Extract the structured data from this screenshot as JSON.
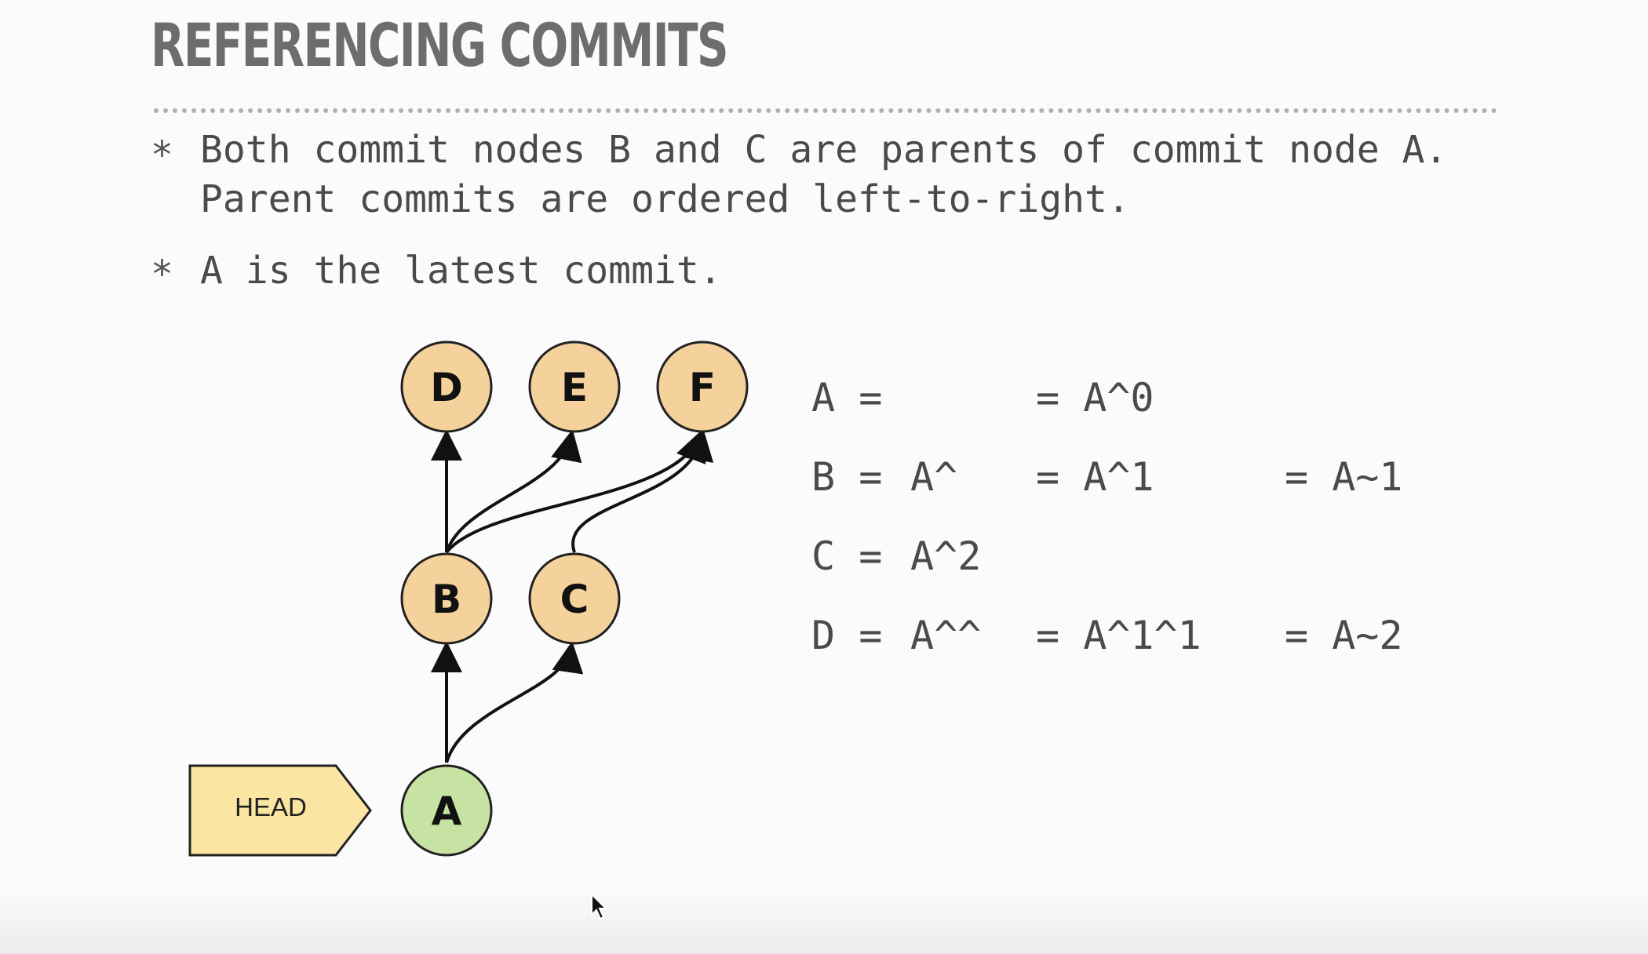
{
  "slide": {
    "title": "REFERENCING COMMITS",
    "bullets": [
      {
        "marker": "*",
        "lines": [
          "Both commit nodes B and C are parents of commit node A.",
          "Parent commits are ordered left-to-right."
        ]
      },
      {
        "marker": "*",
        "lines": [
          "A is the latest commit."
        ]
      }
    ]
  },
  "diagram": {
    "head_label": "HEAD",
    "nodes": [
      {
        "id": "A",
        "label": "A",
        "color": "#c6e3a4",
        "kind": "latest"
      },
      {
        "id": "B",
        "label": "B",
        "color": "#f5d19c",
        "kind": "commit"
      },
      {
        "id": "C",
        "label": "C",
        "color": "#f5d19c",
        "kind": "commit"
      },
      {
        "id": "D",
        "label": "D",
        "color": "#f5d19c",
        "kind": "commit"
      },
      {
        "id": "E",
        "label": "E",
        "color": "#f5d19c",
        "kind": "commit"
      },
      {
        "id": "F",
        "label": "F",
        "color": "#f5d19c",
        "kind": "commit"
      }
    ],
    "edges": [
      {
        "from": "A",
        "to": "B"
      },
      {
        "from": "A",
        "to": "C"
      },
      {
        "from": "B",
        "to": "D"
      },
      {
        "from": "B",
        "to": "E"
      },
      {
        "from": "B",
        "to": "F"
      },
      {
        "from": "C",
        "to": "F"
      }
    ],
    "head_color": "#fbe5a2"
  },
  "equations": [
    {
      "lhs": "A =",
      "c2": "",
      "c3": "= A^0",
      "c4": ""
    },
    {
      "lhs": "B =",
      "c2": "A^",
      "c3": "= A^1",
      "c4": "= A~1"
    },
    {
      "lhs": "C =",
      "c2": "A^2",
      "c3": "",
      "c4": ""
    },
    {
      "lhs": "D =",
      "c2": "A^^",
      "c3": "= A^1^1",
      "c4": "= A~2"
    }
  ]
}
